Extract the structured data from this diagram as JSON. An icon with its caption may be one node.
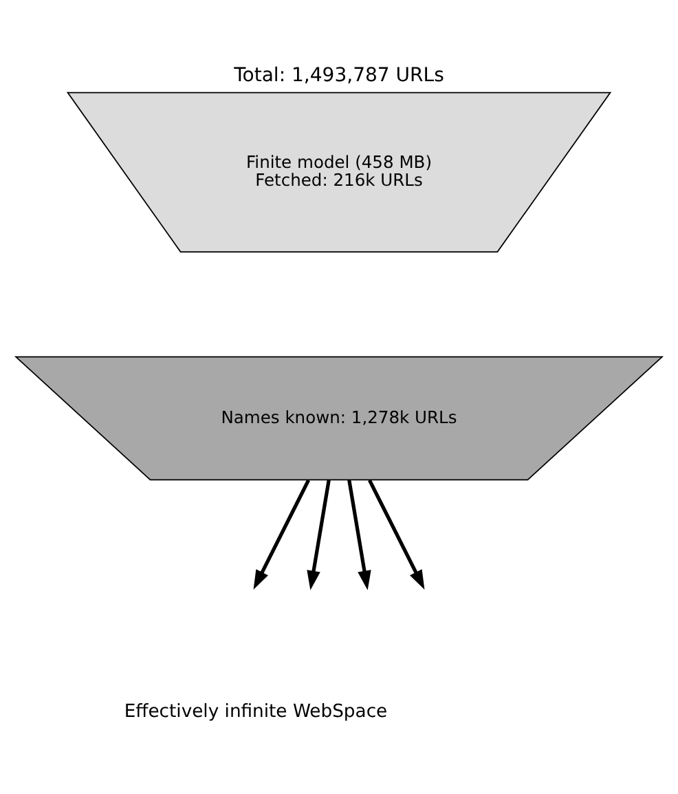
{
  "diagram": {
    "title": "Total: 1,493,787 URLs",
    "caption": "Effectively infinite WebSpace",
    "nodes": [
      {
        "text": [
          "Finite model (458 MB)",
          "Fetched: 216k URLs"
        ]
      },
      {
        "text": [
          "Names known: 1,278k URLs"
        ]
      }
    ],
    "edges": [
      {
        "from": 1,
        "to": null,
        "arrow": "to"
      },
      {
        "from": 1,
        "to": null,
        "arrow": "to"
      },
      {
        "from": 1,
        "to": null,
        "arrow": "to"
      },
      {
        "from": 1,
        "to": null,
        "arrow": "to"
      }
    ]
  }
}
